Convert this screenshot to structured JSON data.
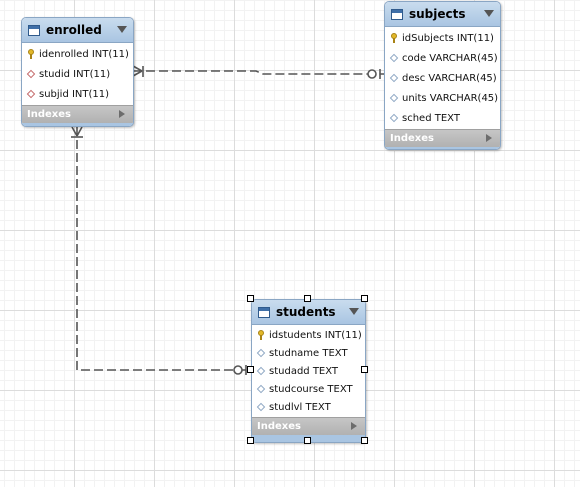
{
  "diagram": {
    "tables": {
      "enrolled": {
        "title": "enrolled",
        "columns": [
          {
            "name": "idenrolled INT(11)",
            "kind": "pk"
          },
          {
            "name": "studid INT(11)",
            "kind": "fk"
          },
          {
            "name": "subjid INT(11)",
            "kind": "fk"
          }
        ],
        "footer_label": "Indexes"
      },
      "subjects": {
        "title": "subjects",
        "columns": [
          {
            "name": "idSubjects INT(11)",
            "kind": "pk"
          },
          {
            "name": "code VARCHAR(45)",
            "kind": "col"
          },
          {
            "name": "desc VARCHAR(45)",
            "kind": "col"
          },
          {
            "name": "units VARCHAR(45)",
            "kind": "col"
          },
          {
            "name": "sched TEXT",
            "kind": "col"
          }
        ],
        "footer_label": "Indexes"
      },
      "students": {
        "title": "students",
        "columns": [
          {
            "name": "idstudents INT(11)",
            "kind": "pk"
          },
          {
            "name": "studname TEXT",
            "kind": "col"
          },
          {
            "name": "studadd TEXT",
            "kind": "col"
          },
          {
            "name": "studcourse TEXT",
            "kind": "col"
          },
          {
            "name": "studlvl TEXT",
            "kind": "col"
          }
        ],
        "footer_label": "Indexes"
      }
    },
    "relationships": [
      {
        "from": "enrolled",
        "to": "subjects",
        "from_end": "many",
        "to_end": "one"
      },
      {
        "from": "enrolled",
        "to": "students",
        "from_end": "many",
        "to_end": "one"
      }
    ],
    "selected_table": "students",
    "colors": {
      "header": "#a9c5e2",
      "border": "#8aa6c4",
      "footer": "#b1b1b1",
      "pk_key": "#e2b82a",
      "link": "#555555"
    }
  }
}
